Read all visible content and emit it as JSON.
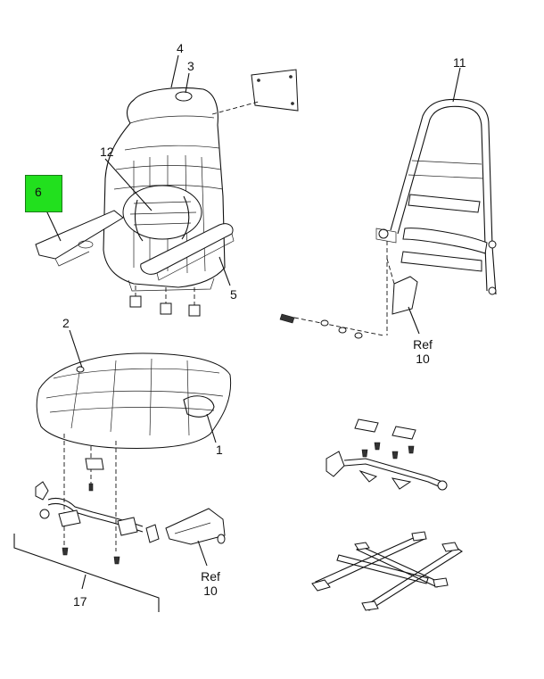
{
  "callouts": {
    "c1": "1",
    "c2": "2",
    "c3": "3",
    "c4": "4",
    "c5": "5",
    "c6": "6",
    "c11": "11",
    "c12": "12",
    "c17": "17"
  },
  "refs": {
    "right": {
      "label": "Ref",
      "number": "10"
    },
    "bottom": {
      "label": "Ref",
      "number": "10"
    }
  },
  "highlight": {
    "item": "6",
    "color": "#22e01e"
  }
}
